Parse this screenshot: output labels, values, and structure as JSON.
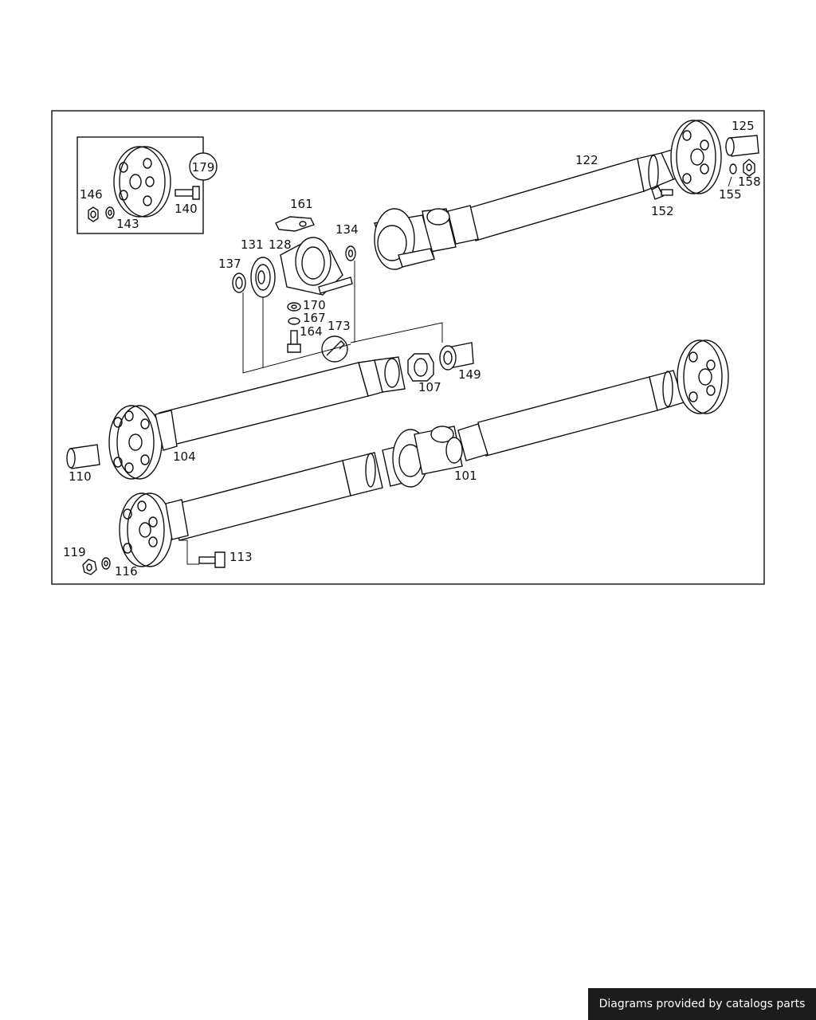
{
  "diagram": {
    "part_labels": {
      "p101": "101",
      "p104": "104",
      "p107": "107",
      "p110": "110",
      "p113": "113",
      "p116": "116",
      "p119": "119",
      "p122": "122",
      "p125": "125",
      "p128": "128",
      "p131": "131",
      "p134": "134",
      "p137": "137",
      "p140": "140",
      "p143": "143",
      "p146": "146",
      "p149": "149",
      "p152": "152",
      "p155": "155",
      "p158": "158",
      "p161": "161",
      "p164": "164",
      "p167": "167",
      "p170": "170",
      "p173": "173",
      "p179": "179"
    }
  },
  "footer": {
    "text": "Diagrams provided by catalogs parts"
  }
}
